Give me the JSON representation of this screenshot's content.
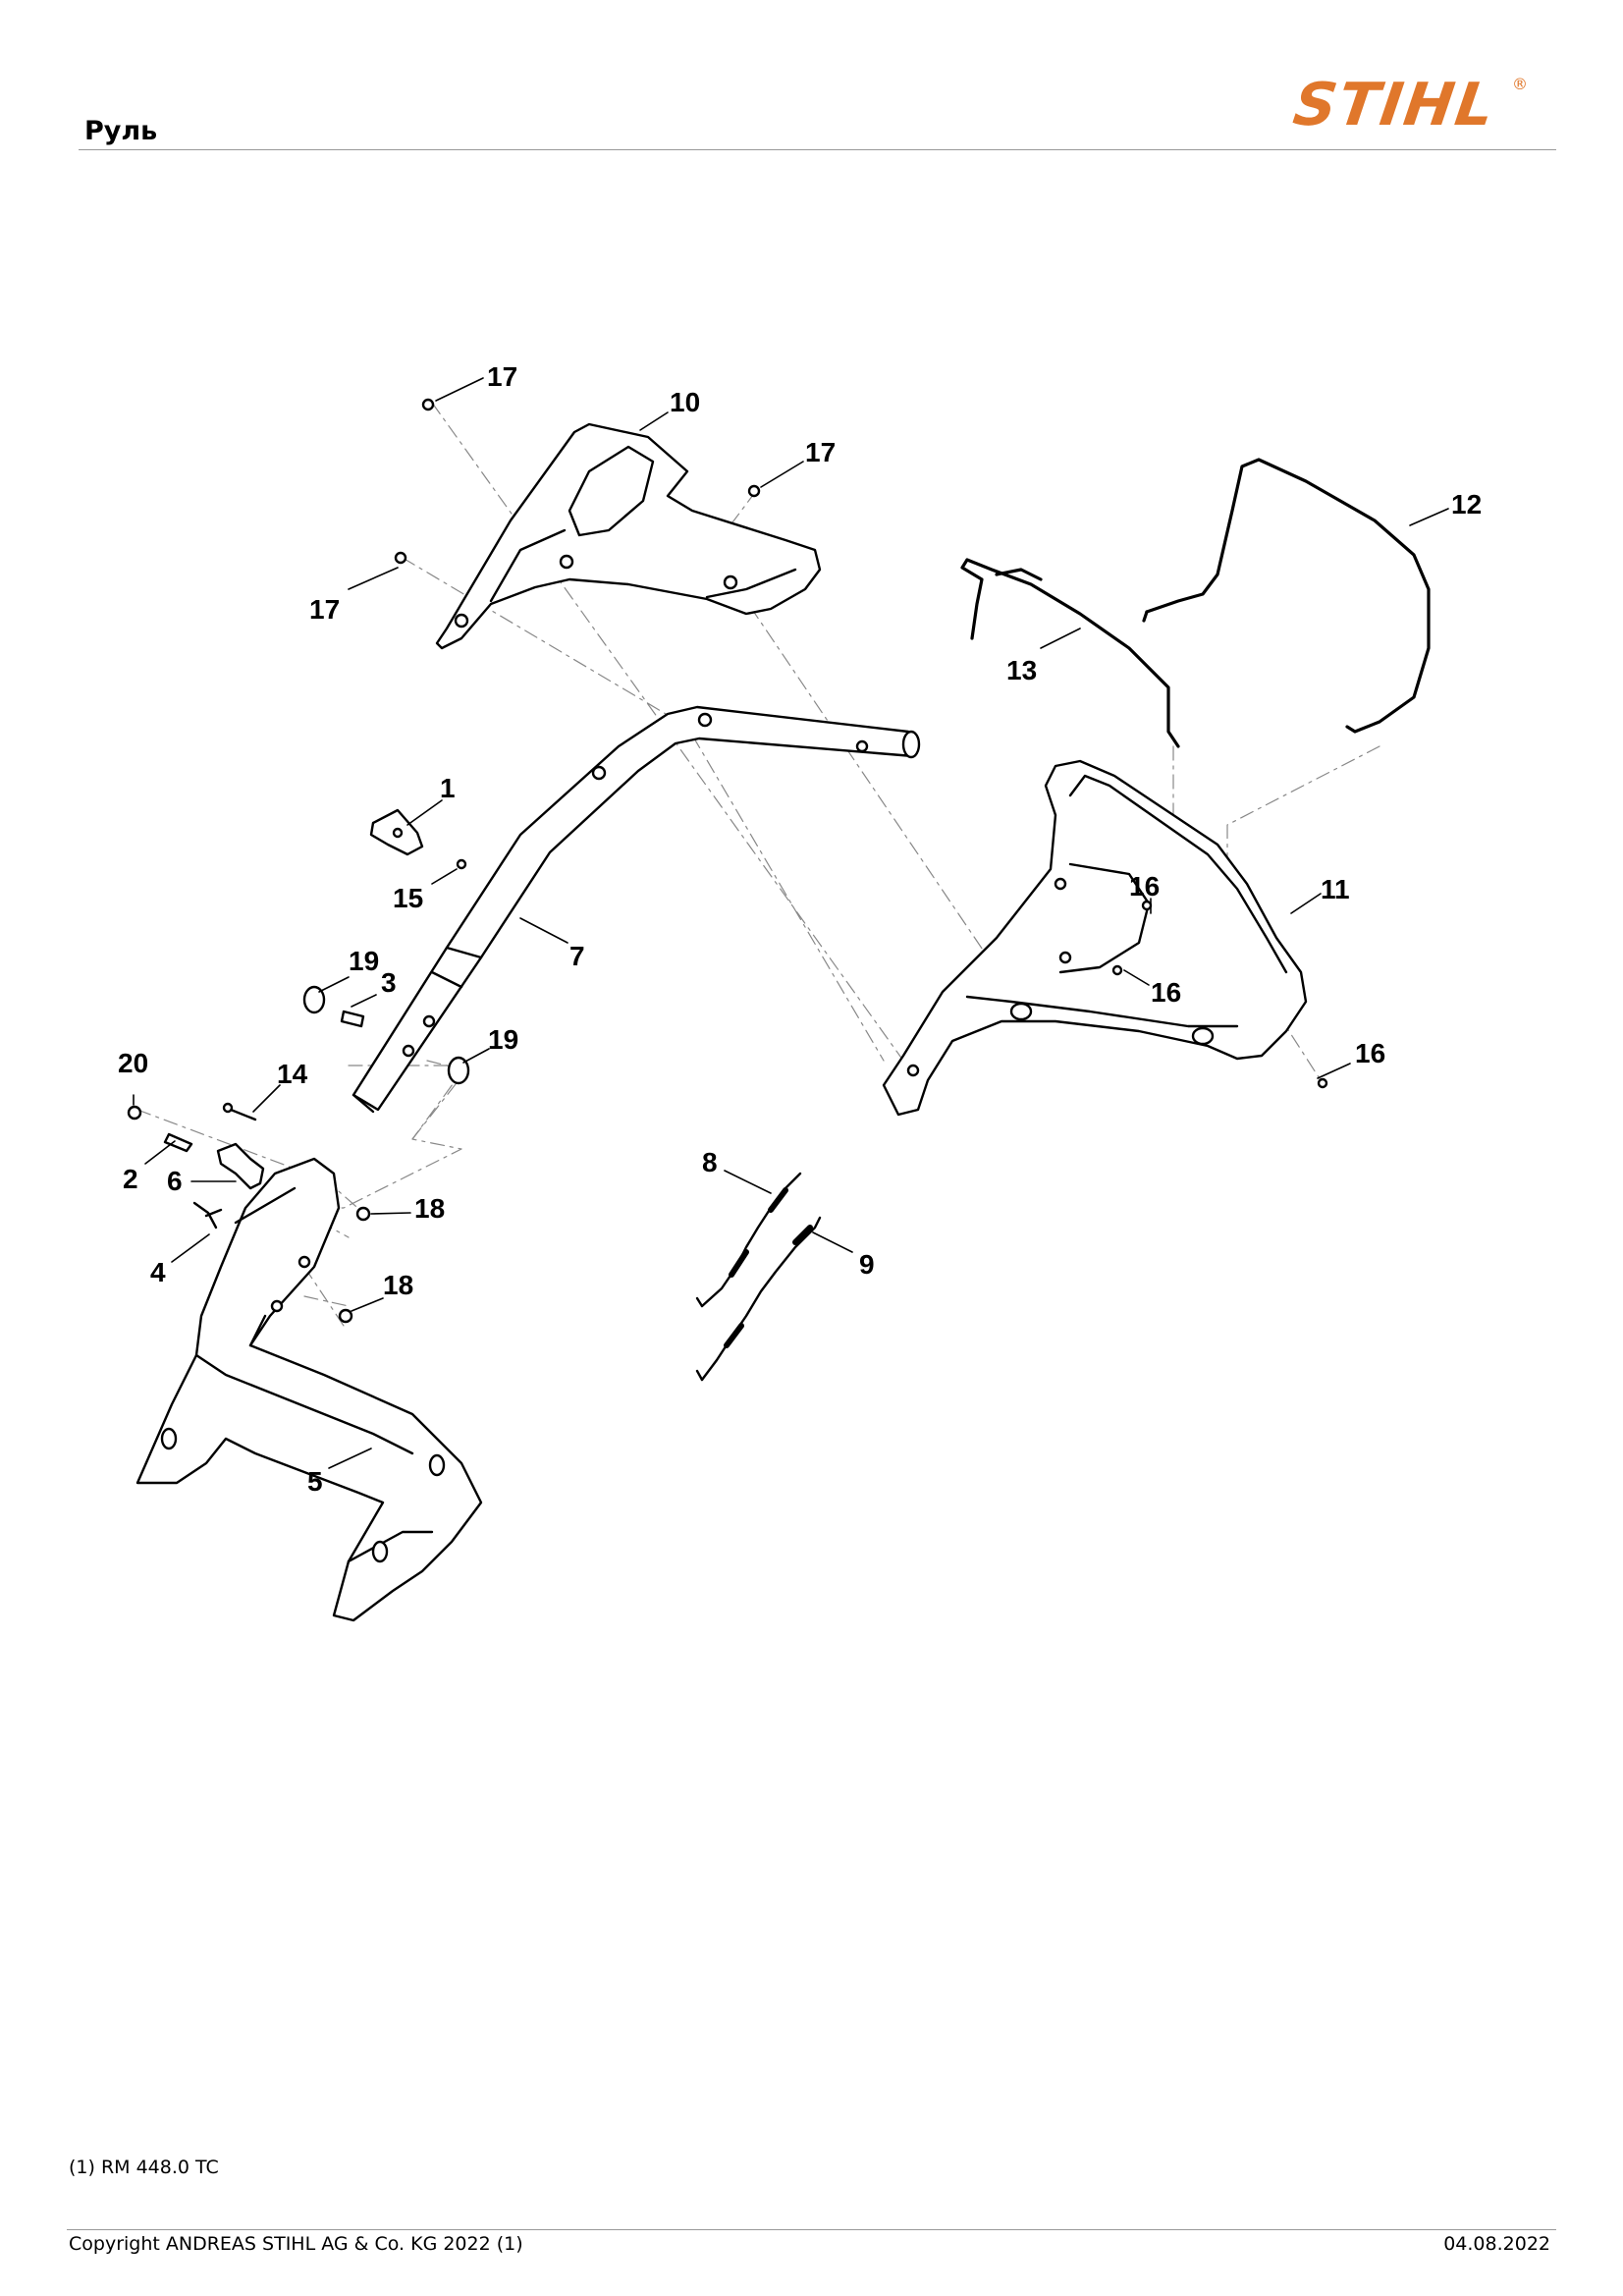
{
  "header": {
    "title": "Руль",
    "brand": "STIHL",
    "brand_mark": "®",
    "brand_color": "#e0772b"
  },
  "diagram": {
    "callouts": [
      "17",
      "10",
      "17",
      "12",
      "17",
      "13",
      "1",
      "15",
      "16",
      "11",
      "7",
      "16",
      "19",
      "3",
      "16",
      "20",
      "14",
      "19",
      "2",
      "6",
      "18",
      "8",
      "4",
      "9",
      "18",
      "5"
    ]
  },
  "footer": {
    "note": "(1) RM 448.0 TC",
    "copyright": "Copyright ANDREAS STIHL AG & Co. KG 2022 (1)",
    "date": "04.08.2022"
  }
}
